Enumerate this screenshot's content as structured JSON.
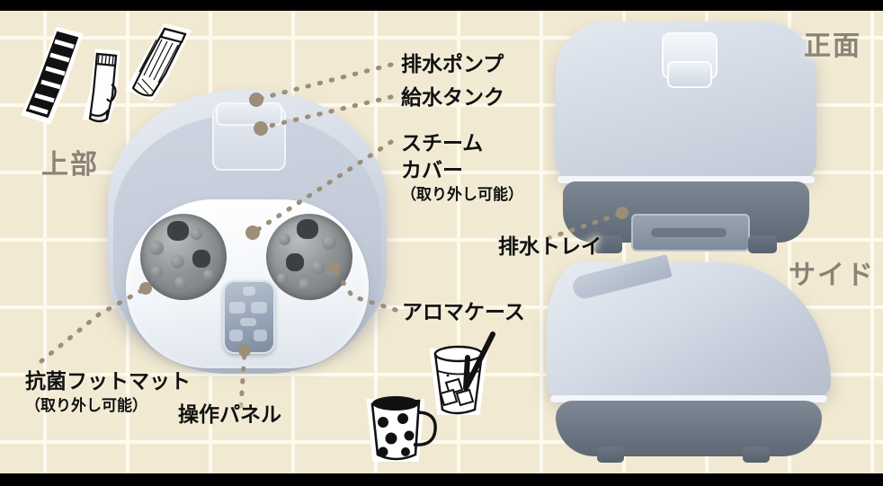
{
  "meta": {
    "kind": "product-annotation-diagram",
    "background_color": "#f1e9d1",
    "grid_line_color": "#fdfaf0",
    "letterbox_color": "#000000",
    "callout_text_color": "#111111",
    "view_caption_color": "#8d8276",
    "leader_dot_color": "#9d8e78",
    "product_body_color": "#d6dce6",
    "product_base_color": "#6b7683"
  },
  "view_captions": [
    {
      "id": "top",
      "label": "上部"
    },
    {
      "id": "front",
      "label": "正面"
    },
    {
      "id": "side",
      "label": "サイド"
    }
  ],
  "callouts": [
    {
      "id": "drain-pump",
      "label": "排水ポンプ",
      "sub": ""
    },
    {
      "id": "water-tank",
      "label": "給水タンク",
      "sub": ""
    },
    {
      "id": "steam-cover",
      "label": "スチーム",
      "label2": "カバー",
      "sub": "（取り外し可能）"
    },
    {
      "id": "aroma-case",
      "label": "アロマケース",
      "sub": ""
    },
    {
      "id": "drain-tray",
      "label": "排水トレイ",
      "sub": ""
    },
    {
      "id": "foot-mat",
      "label": "抗菌フットマット",
      "sub": "（取り外し可能）"
    },
    {
      "id": "control-panel",
      "label": "操作パネル",
      "sub": ""
    }
  ],
  "doodles": [
    {
      "id": "sock-striped",
      "name": "striped-sock"
    },
    {
      "id": "sock-plain",
      "name": "plain-sock"
    },
    {
      "id": "sock-lined",
      "name": "lined-sock"
    },
    {
      "id": "mug",
      "name": "polka-dot-mug"
    },
    {
      "id": "iced-drink",
      "name": "iced-drink-glass"
    }
  ],
  "grid": {
    "vertical_x": [
      48,
      140,
      232,
      324,
      416,
      508,
      600,
      692,
      784,
      876,
      968
    ],
    "horizontal_y": [
      28,
      103,
      178,
      253,
      328,
      403,
      478
    ]
  }
}
